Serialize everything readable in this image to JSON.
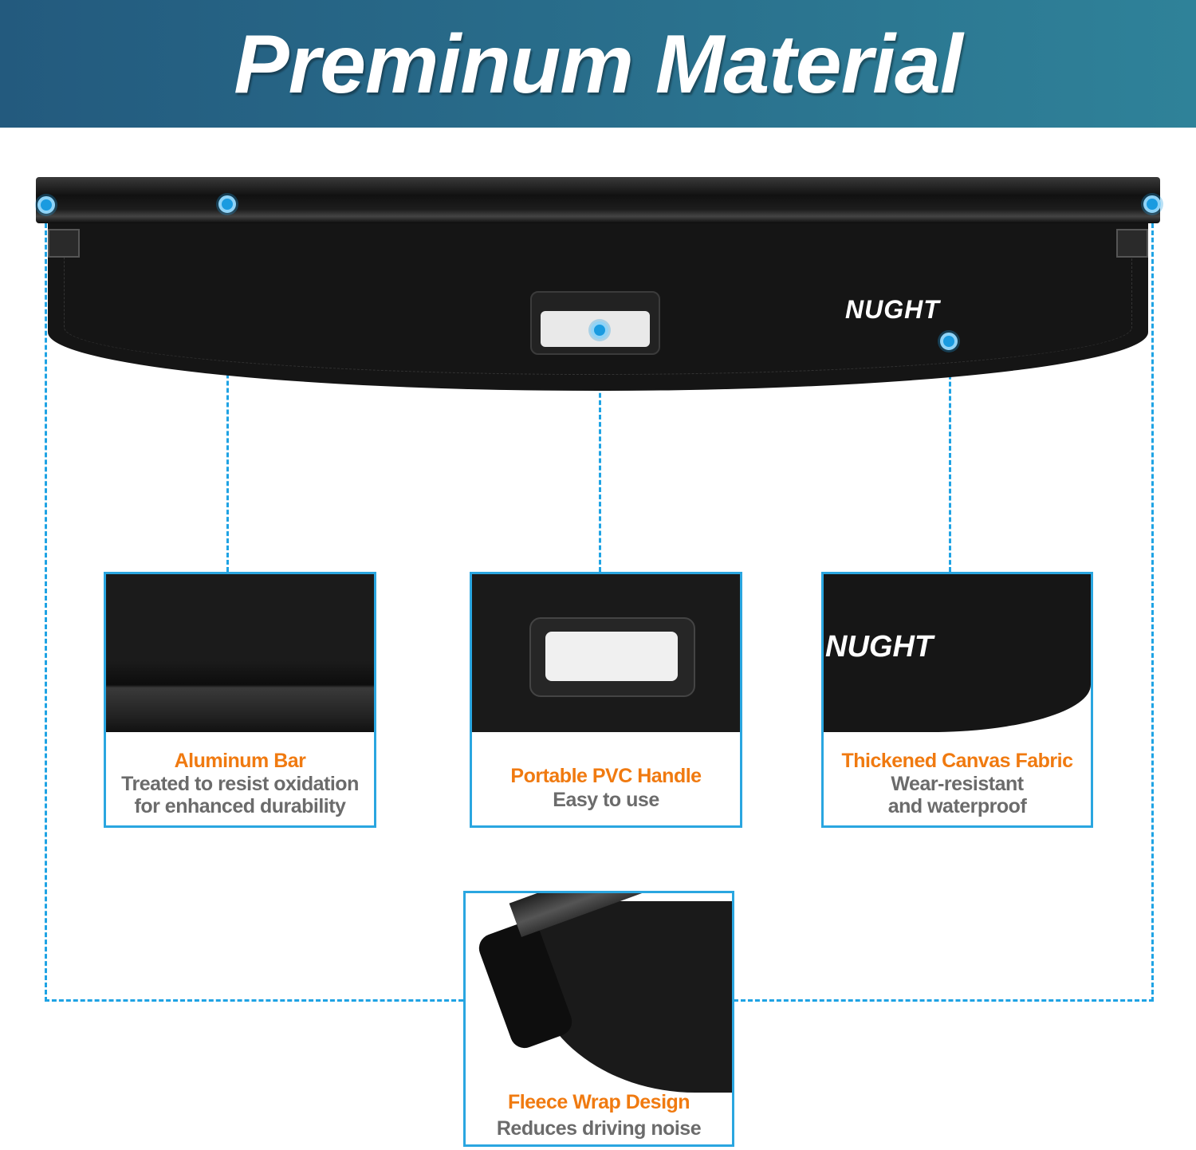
{
  "header": {
    "title": "Preminum Material"
  },
  "product": {
    "logo_text": "NUGHT"
  },
  "cards": [
    {
      "title": "Aluminum Bar",
      "lines": [
        "Treated to resist oxidation",
        "for enhanced durability"
      ]
    },
    {
      "title": "Portable PVC Handle",
      "lines": [
        "Easy to use"
      ]
    },
    {
      "title": "Thickened Canvas Fabric",
      "lines": [
        "Wear-resistant",
        "and waterproof"
      ],
      "image_logo": "NUGHT"
    },
    {
      "title": "Fleece Wrap Design",
      "lines": [
        "Reduces driving noise"
      ]
    }
  ],
  "colors": {
    "accent": "#1fa3e4",
    "title": "#f07a10",
    "subtitle": "#6b6b6b",
    "header_start": "#235a7e",
    "header_end": "#2f8299"
  }
}
